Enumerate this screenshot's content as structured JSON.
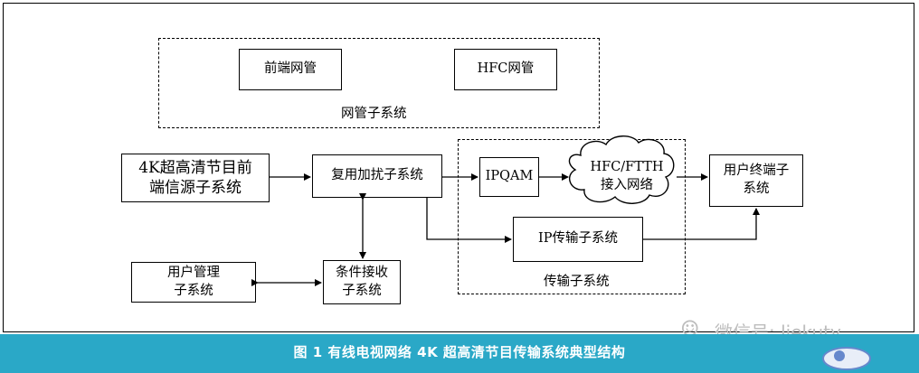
{
  "diagram": {
    "mgmt_front": "前端网管",
    "mgmt_hfc": "HFC网管",
    "mgmt_group": "网管子系统",
    "source_line1": "4K超高清节目前",
    "source_line2": "端信源子系统",
    "mux": "复用加扰子系统",
    "ipqam": "IPQAM",
    "hfc_line1": "HFC/FTTH",
    "hfc_line2": "接入网络",
    "terminal_line1": "用户终端子",
    "terminal_line2": "系统",
    "ip_transfer": "IP传输子系统",
    "user_mgmt_line1": "用户管理",
    "user_mgmt_line2": "子系统",
    "cas_line1": "条件接收",
    "cas_line2": "子系统",
    "transfer_group": "传输子系统"
  },
  "caption": "图 1    有线电视网络 4K 超高清节目传输系统典型结构",
  "watermark": "微信号: liekutv",
  "colors": {
    "caption_bar": "#2aa8c7"
  }
}
